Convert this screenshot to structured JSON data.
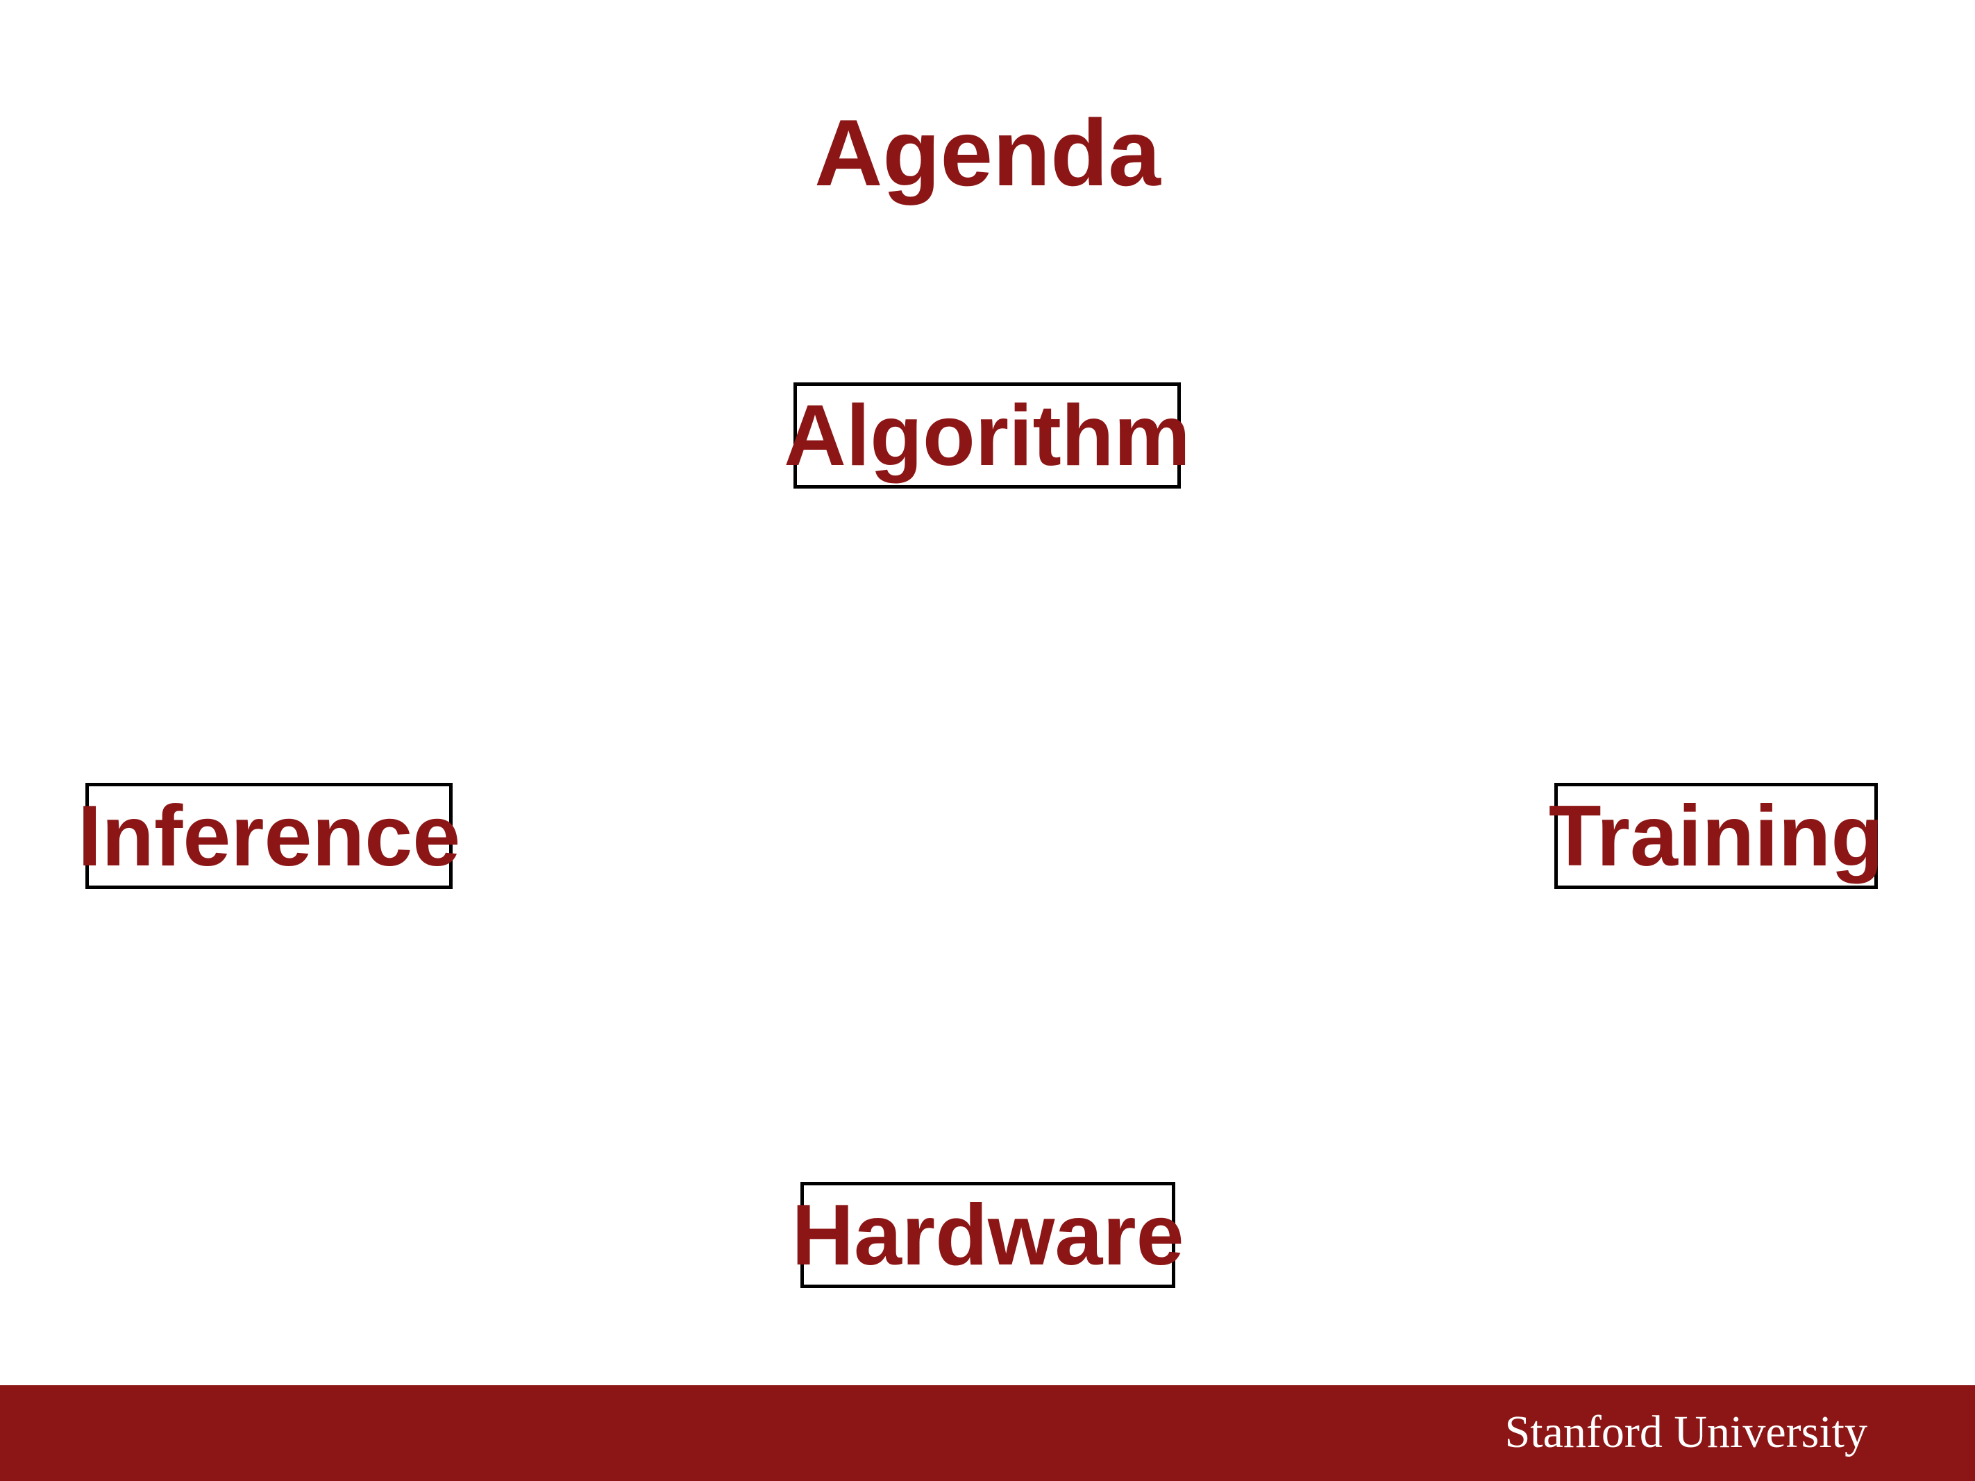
{
  "slide": {
    "title": "Agenda",
    "topics": {
      "top": "Algorithm",
      "left": "Inference",
      "right": "Training",
      "bottom": "Hardware"
    },
    "footer": {
      "logo_text": "Stanford University"
    }
  },
  "colors": {
    "accent": "#8c1515",
    "box_border": "#000000",
    "background": "#ffffff",
    "footer_text": "#ffffff"
  }
}
